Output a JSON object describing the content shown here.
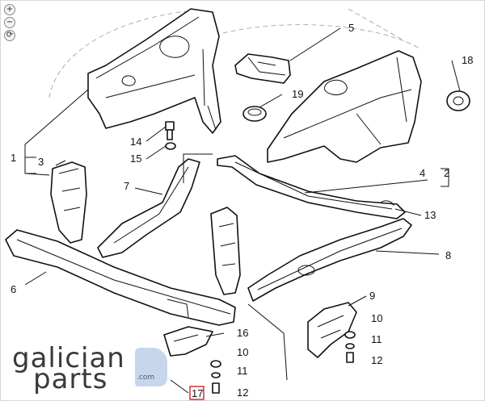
{
  "zoom_controls": [
    "+",
    "−",
    "⟳"
  ],
  "watermark": {
    "line1": "galician",
    "line2": "parts",
    "suffix": ".com"
  },
  "highlight_color": "#d32f2f",
  "callouts": [
    {
      "id": "1",
      "text": "1"
    },
    {
      "id": "2",
      "text": "2"
    },
    {
      "id": "3",
      "text": "3"
    },
    {
      "id": "4",
      "text": "4"
    },
    {
      "id": "5",
      "text": "5"
    },
    {
      "id": "6",
      "text": "6"
    },
    {
      "id": "7",
      "text": "7"
    },
    {
      "id": "8",
      "text": "8"
    },
    {
      "id": "9",
      "text": "9"
    },
    {
      "id": "10a",
      "text": "10"
    },
    {
      "id": "10b",
      "text": "10"
    },
    {
      "id": "11a",
      "text": "11"
    },
    {
      "id": "11b",
      "text": "11"
    },
    {
      "id": "12a",
      "text": "12"
    },
    {
      "id": "12b",
      "text": "12"
    },
    {
      "id": "13",
      "text": "13"
    },
    {
      "id": "14",
      "text": "14"
    },
    {
      "id": "15",
      "text": "15"
    },
    {
      "id": "16",
      "text": "16"
    },
    {
      "id": "17",
      "text": "17",
      "highlighted": true
    },
    {
      "id": "18",
      "text": "18"
    },
    {
      "id": "19",
      "text": "19"
    }
  ]
}
